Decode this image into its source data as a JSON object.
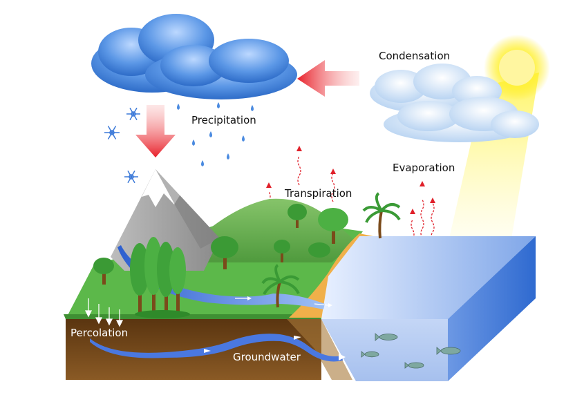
{
  "labels": {
    "condensation": "Condensation",
    "precipitation": "Precipitation",
    "transpiration": "Transpiration",
    "evaporation": "Evaporation",
    "percolation": "Percolation",
    "groundwater": "Groundwater"
  },
  "colors": {
    "sky_cloud": "#4a8fe0",
    "arrow_red": "#e8202a",
    "grass": "#5bb84a",
    "soil": "#7a4a1a",
    "water": "#8fb0e8",
    "sun": "#ffe81a",
    "sand": "#f0b04a"
  },
  "icons": [
    "rain-cloud-icon",
    "white-cloud-icon",
    "sun-icon",
    "snowflake-icon",
    "raindrop-icon",
    "fish-icon",
    "tree-icon",
    "palm-tree-icon",
    "mountain-icon"
  ]
}
